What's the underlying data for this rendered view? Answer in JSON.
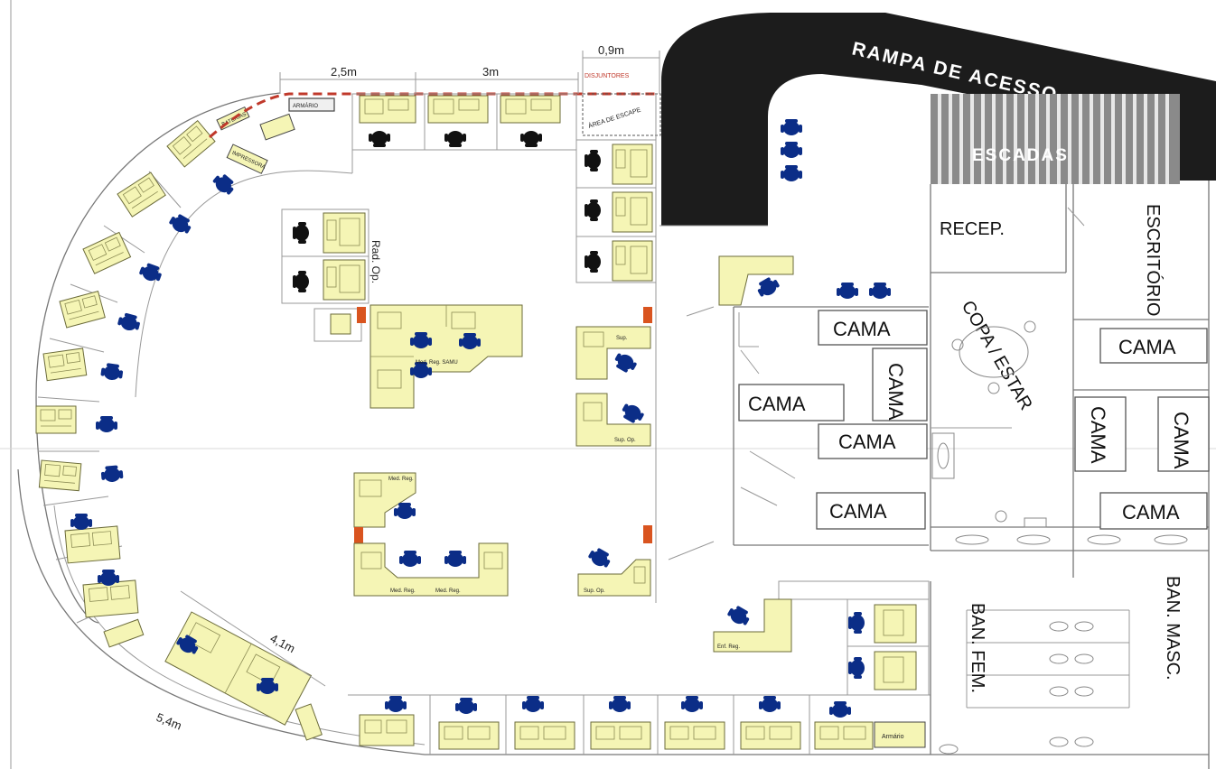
{
  "labels": {
    "ramp": "RAMPA DE ACESSO",
    "stairs": "ESCADAS",
    "reception": "RECEP.",
    "office": "ESCRITÓRIO",
    "kitchen": "COPA / ESTAR",
    "bath_fem": "BAN. FEM.",
    "bath_masc": "BAN. MASC.",
    "bed": "CAMA",
    "rad_op": "Rad. Op.",
    "armario": "ARMÁRIO",
    "armario2": "Armário",
    "disjuntores": "DISJUNTORES",
    "area_escape": "ÁREA DE ESCAPE",
    "med_reg_samu": "Med. Reg. SAMU",
    "med_reg": "Med. Reg.",
    "sup": "Sup.",
    "sup_op": "Sup. Op.",
    "enf_reg": "Enf. Reg.",
    "baterias": "BATERIAS",
    "impressora": "IMPRESSORA"
  },
  "dimensions": {
    "d1": "2,5m",
    "d2": "3m",
    "d3": "0,9m",
    "d4": "4,1m",
    "d5": "5,4m"
  },
  "colors": {
    "desk": "#f5f5b5",
    "chair_blue": "#0b2d87",
    "chair_black": "#111111",
    "ramp": "#1c1c1c",
    "marker": "#d9541f",
    "escape_line": "#c0392b"
  }
}
